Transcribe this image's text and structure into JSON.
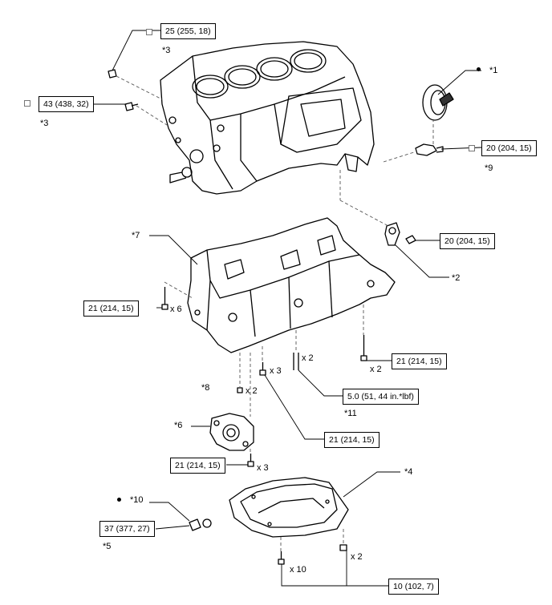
{
  "callouts": {
    "c1": "*1",
    "c2": "*2",
    "c3a": "*3",
    "c3b": "*3",
    "c4": "*4",
    "c5": "*5",
    "c6": "*6",
    "c7": "*7",
    "c8": "*8",
    "c9": "*9",
    "c10": "*10",
    "c11": "*11"
  },
  "torque": {
    "t_25": "25 (255, 18)",
    "t_43": "43 (438, 32)",
    "t_20a": "20 (204, 15)",
    "t_20b": "20 (204, 15)",
    "t_21_left": "21 (214, 15)",
    "t_21_right": "21 (214, 15)",
    "t_5": "5.0 (51, 44 in.*lbf)",
    "t_21_mid": "21 (214, 15)",
    "t_21_pump": "21 (214, 15)",
    "t_37": "37 (377, 27)",
    "t_10": "10 (102, 7)"
  },
  "quantities": {
    "q_x6": "x 6",
    "q_x2_right": "x 2",
    "q_x3_mid": "x 3",
    "q_x2_stud": "x 2",
    "q_x2_pin": "x 2",
    "q_x3_pump": "x 3",
    "q_x10": "x 10",
    "q_x2_pan": "x 2"
  },
  "colors": {
    "line": "#000000",
    "box_border": "#000000",
    "dashed": "#555555"
  },
  "icons": [
    "new-part-dot-icon",
    "reuse-square-icon"
  ]
}
